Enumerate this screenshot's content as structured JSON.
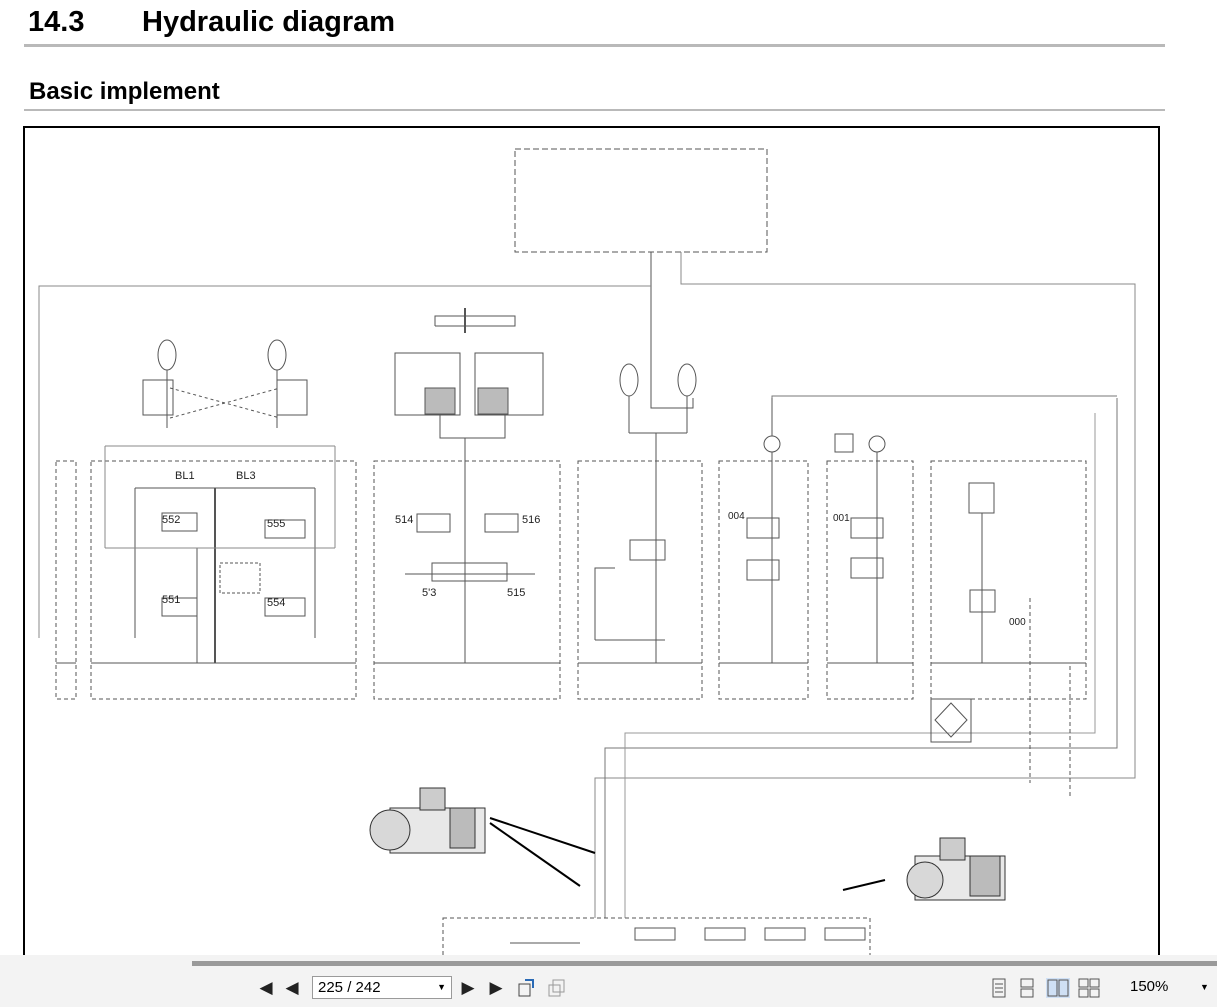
{
  "section": {
    "number": "14.3",
    "title": "Hydraulic diagram"
  },
  "subsection": {
    "title": "Basic implement"
  },
  "diagram_labels": {
    "bl1": "BL1",
    "bl3": "BL3",
    "v552": "552",
    "v555": "555",
    "v551": "551",
    "v554": "554",
    "v514": "514",
    "v516": "516",
    "v513": "5'3",
    "v515": "515",
    "v004": "004",
    "v001": "001",
    "v000": "000"
  },
  "toolbar": {
    "page_value": "225 / 242",
    "zoom_value": "150%",
    "first_icon": "first-page-icon",
    "prev_icon": "previous-page-icon",
    "next_icon": "next-page-icon",
    "last_icon": "last-page-icon",
    "back_icon": "previous-view-icon",
    "forward_icon": "next-view-icon"
  },
  "colors": {
    "toolbar_bg": "#f3f3f3",
    "rule": "#b9b9b9",
    "line": "#555555"
  }
}
